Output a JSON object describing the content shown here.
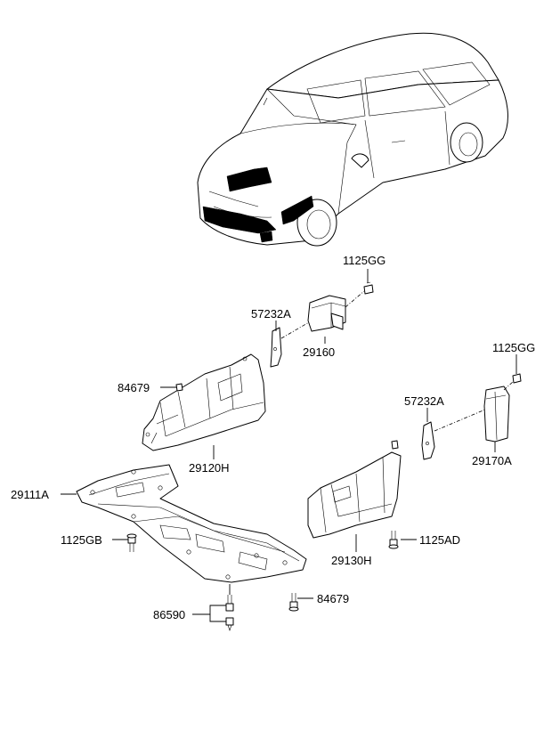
{
  "labels": {
    "p1125GG_top": "1125GG",
    "p57232A_left": "57232A",
    "p29160": "29160",
    "p84679_top": "84679",
    "p29120H": "29120H",
    "p1125GG_right": "1125GG",
    "p57232A_right": "57232A",
    "p29170A": "29170A",
    "p29111A": "29111A",
    "p1125GB": "1125GB",
    "p29130H": "29130H",
    "p1125AD": "1125AD",
    "p84679_bottom": "84679",
    "p86590": "86590"
  }
}
